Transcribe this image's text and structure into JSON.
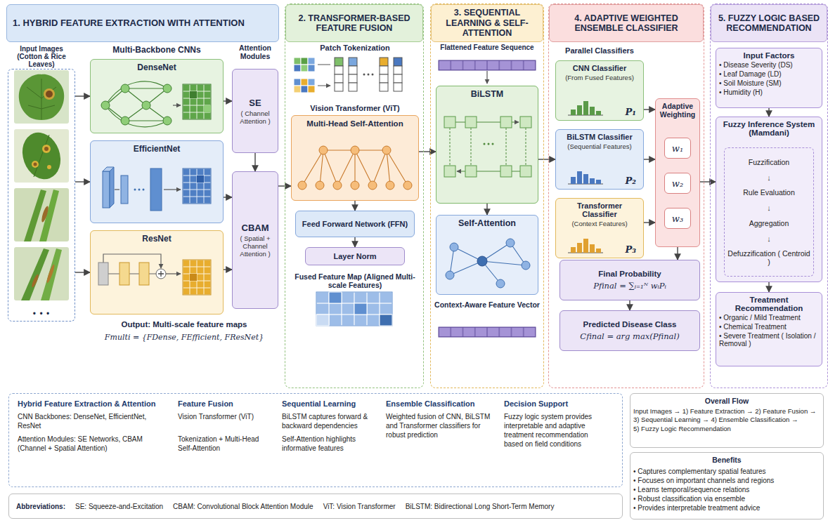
{
  "diagram": {
    "nodes": [
      {
        "text": [
          "1. HYBRID FEATURE EXTRACTION WITH ATTENTION"
        ]
      },
      {
        "text": [
          "Input Images (Cotton & Rice Leaves)",
          "• • •"
        ],
        "in": 0
      },
      {
        "text": [
          "DenseNet"
        ],
        "in": 0
      },
      {
        "text": [
          "EfficientNet"
        ],
        "in": 0
      },
      {
        "text": [
          "ResNet"
        ],
        "in": 0
      },
      {
        "text": [
          "SE",
          "( Channel Attention )"
        ],
        "in": 0
      },
      {
        "text": [
          "CBAM",
          "( Spatial + Channel Attention )"
        ],
        "in": 0
      },
      {
        "text": [
          "2. TRANSFORMER-BASED FEATURE FUSION"
        ]
      },
      {
        "text": [
          "Vision Transformer (ViT)",
          "Multi-Head Self-Attention"
        ],
        "in": 7
      },
      {
        "text": [
          "Feed Forward Network (FFN)"
        ],
        "in": 7
      },
      {
        "text": [
          "Layer Norm"
        ],
        "in": 7
      },
      {
        "text": [
          "3. SEQUENTIAL LEARNING & SELF-ATTENTION"
        ]
      },
      {
        "text": [
          "BiLSTM"
        ],
        "in": 11
      },
      {
        "text": [
          "Self-Attention"
        ],
        "in": 11
      },
      {
        "text": [
          "4. ADAPTIVE WEIGHTED ENSEMBLE CLASSIFIER"
        ]
      },
      {
        "text": [
          "CNN Classifier",
          "(From Fused Features)",
          "P₁"
        ],
        "in": 14
      },
      {
        "text": [
          "BiLSTM Classifier",
          "(Sequential Features)",
          "P₂"
        ],
        "in": 14
      },
      {
        "text": [
          "Transformer Classifier",
          "(Context Features)",
          "P₃"
        ],
        "in": 14
      },
      {
        "text": [
          "Adaptive Weighting"
        ],
        "in": 14
      },
      {
        "text": [
          "w₁"
        ],
        "in": 18
      },
      {
        "text": [
          "w₂"
        ],
        "in": 18
      },
      {
        "text": [
          "w₃"
        ],
        "in": 18
      },
      {
        "text": [
          "Final Probability",
          "Pfinal = ∑ᵢ₌₁ᴺ wᵢPᵢ"
        ],
        "in": 14
      },
      {
        "text": [
          "Predicted Disease Class",
          "Cfinal = arg max(Pfinal)"
        ],
        "in": 14
      },
      {
        "text": [
          "5. FUZZY LOGIC BASED RECOMMENDATION"
        ]
      },
      {
        "text": [
          "Input Factors",
          "• Disease Severity (DS)",
          "• Leaf Damage (LD)",
          "• Soil Moisture (SM)",
          "• Humidity (H)"
        ],
        "in": 24
      },
      {
        "text": [
          "Fuzzy Inference System (Mamdani)"
        ],
        "in": 24
      },
      {
        "text": [
          "Fuzzification",
          "↓",
          "Rule Evaluation",
          "↓",
          "Aggregation",
          "↓",
          "Defuzzification ( Centroid )"
        ],
        "in": 26
      },
      {
        "text": [
          "Treatment Recommendation",
          "• Organic / Mild Treatment",
          "• Chemical Treatment",
          "• Severe Treatment ( Isolation / Removal )"
        ],
        "in": 24
      },
      {
        "text": [
          "Hybrid Feature Extraction & Attention",
          "CNN Backbones: DenseNet, EfficientNet, ResNet",
          "Attention Modules: SE Networks, CBAM (Channel + Spatial Attention)",
          "Feature Fusion",
          "Vision Transformer (ViT)",
          "Tokenization + Multi-Head Self-Attention",
          "Sequential Learning",
          "BiLSTM captures forward & backward dependencies",
          "Self-Attention highlights informative features",
          "Ensemble Classification",
          "Weighted fusion of CNN, BiLSTM and Transformer classifiers for robust prediction",
          "Decision Support",
          "Fuzzy logic system provides interpretable and adaptive treatment recommendation based on field conditions"
        ]
      },
      {
        "text": [
          "Overall Flow",
          "Input Images → 1) Feature Extraction → 2) Feature Fusion →",
          "3) Sequential Learning → 4) Ensemble Classification →",
          "5) Fuzzy Logic Recommendation"
        ]
      },
      {
        "text": [
          "Benefits",
          "• Captures complementary spatial features",
          "• Focuses on important channels and regions",
          "• Learns temporal/sequence relations",
          "• Robust classification via ensemble",
          "• Provides interpretable treatment advice"
        ]
      },
      {
        "text": [
          "Abbreviations:",
          "SE: Squeeze-and-Excitation",
          "CBAM: Convolutional Block Attention Module",
          "ViT: Vision Transformer",
          "BiLSTM: Bidirectional Long Short-Term Memory"
        ]
      }
    ],
    "edges": [
      {
        "from": 1,
        "to": 2,
        "arrow": "to"
      },
      {
        "from": 1,
        "to": 3,
        "arrow": "to"
      },
      {
        "from": 1,
        "to": 4,
        "arrow": "to"
      },
      {
        "from": 2,
        "to": 5,
        "arrow": "to"
      },
      {
        "from": 3,
        "to": 6,
        "arrow": "to"
      },
      {
        "from": 4,
        "to": 6,
        "arrow": "to"
      },
      {
        "from": 5,
        "to": 6,
        "arrow": "to"
      },
      {
        "from": 6,
        "to": 8,
        "arrow": "to"
      },
      {
        "from": 8,
        "to": 9,
        "arrow": "to"
      },
      {
        "from": 9,
        "to": 10,
        "arrow": "to"
      },
      {
        "from": 8,
        "to": 12,
        "arrow": "to"
      },
      {
        "from": 12,
        "to": 13,
        "arrow": "to"
      },
      {
        "from": 12,
        "to": 16,
        "arrow": "to"
      },
      {
        "from": 15,
        "to": 18,
        "arrow": "to"
      },
      {
        "from": 16,
        "to": 18,
        "arrow": "to"
      },
      {
        "from": 17,
        "to": 18,
        "arrow": "to"
      },
      {
        "from": 18,
        "to": 22,
        "arrow": "to"
      },
      {
        "from": 22,
        "to": 23,
        "arrow": "to"
      },
      {
        "from": 18,
        "to": 26,
        "arrow": "to"
      },
      {
        "from": 25,
        "to": 26,
        "arrow": "to"
      },
      {
        "from": 26,
        "to": 28,
        "arrow": "to"
      }
    ],
    "labels": [
      "Multi-Backbone CNNs",
      "Attention Modules",
      "Output: Multi-scale feature maps",
      "Fmulti = {FDense, FEfficient, FResNet}",
      "Patch Tokenization",
      "Fused Feature Map (Aligned Multi-scale Features)",
      "Flattened Feature Sequence",
      "Context-Aware Feature Vector",
      "Parallel Classifiers"
    ]
  }
}
